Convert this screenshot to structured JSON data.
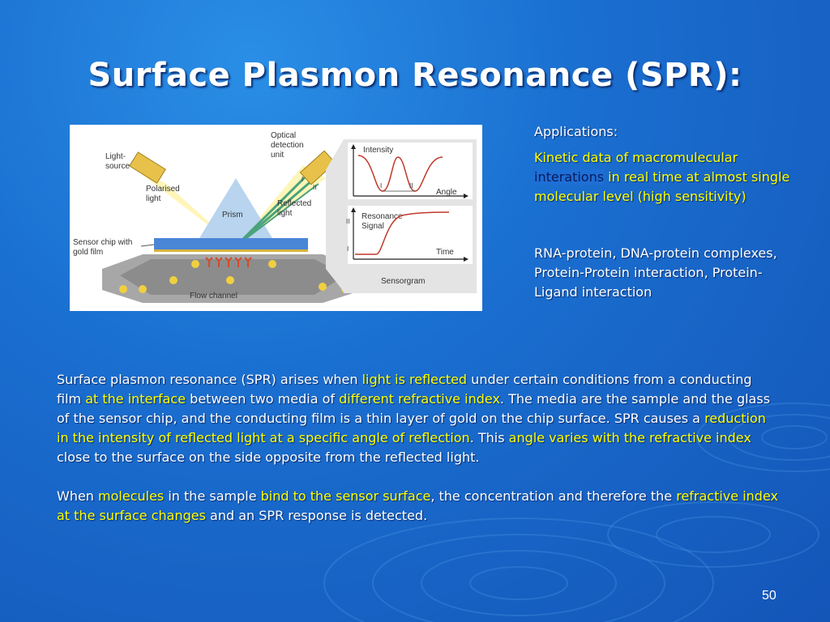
{
  "slide": {
    "title": "Surface Plasmon Resonance (SPR):",
    "page_number": "50"
  },
  "figure": {
    "labels": {
      "optical_detection_unit": [
        "Optical",
        "detection",
        "unit"
      ],
      "light_source": [
        "Light-",
        "source"
      ],
      "polarised_light": [
        "Polarised",
        "light"
      ],
      "prism": "Prism",
      "reflected_light": [
        "Reflected",
        "light"
      ],
      "sensor_chip": [
        "Sensor chip with",
        "gold film"
      ],
      "flow_channel": "Flow channel",
      "intensity": "Intensity",
      "angle": "Angle",
      "marker_i": "I",
      "marker_ii": "II",
      "resonance_signal": [
        "Resonance",
        "Signal"
      ],
      "time": "Time",
      "sensorgram": "Sensorgram"
    }
  },
  "applications": {
    "heading": "Applications:",
    "kinetic_part1": "Kinetic data of macromulecular",
    "kinetic_highlight": "interations",
    "kinetic_part2": " in real time at almost single molecular level (high sensitivity)",
    "complexes": "RNA-protein, DNA-protein complexes, Protein-Protein interaction, Protein-Ligand interaction"
  },
  "paragraph1": {
    "s1": "Surface plasmon resonance (SPR) arises when ",
    "h1": "light is reflected",
    "s2": " under certain conditions from a conducting film ",
    "h2": "at the interface",
    "s3": " between two media of ",
    "h3": "different refractive index",
    "s4": ". The media are the sample and the glass of the sensor chip, and the conducting film is a thin layer of gold on the chip surface. SPR causes a ",
    "h4": "reduction in the intensity of reflected light at a specific angle of reflection",
    "s5": ". This ",
    "h5": "angle varies with the refractive index",
    "s6": " close to the surface on the side opposite from the reflected light."
  },
  "paragraph2": {
    "s1": "When ",
    "h1": "molecules",
    "s2": " in the sample ",
    "h2": "bind to the sensor surface",
    "s3": ", the concentration and therefore the ",
    "h3": "refractive index at the surface changes",
    "s4": " and an SPR response is detected."
  },
  "colors": {
    "background": "#1a6fd0",
    "highlight": "#ffff00",
    "text": "#ffffff"
  }
}
